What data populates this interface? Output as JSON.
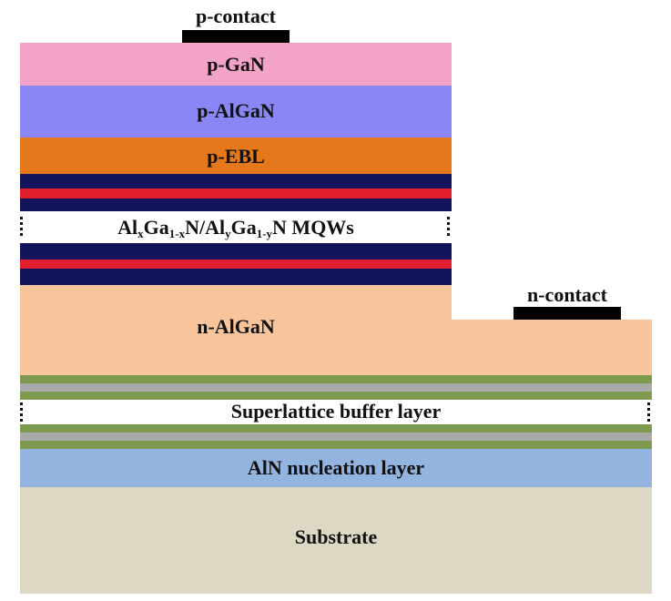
{
  "diagram": {
    "p_contact": "p-contact",
    "n_contact": "n-contact",
    "layers": {
      "p_gan": "p-GaN",
      "p_algan": "p-AlGaN",
      "p_ebl": "p-EBL",
      "n_algan": "n-AlGaN",
      "superlattice": "Superlattice buffer layer",
      "aln": "AlN nucleation layer",
      "substrate": "Substrate"
    },
    "mqw": {
      "al1": "Al",
      "x": "x",
      "ga1": "Ga",
      "onex": "1-x",
      "sep": "N/Al",
      "y": "y",
      "ga2": "Ga",
      "oney": "1-y",
      "tail": "N MQWs"
    }
  },
  "colors": {
    "p_gan": "#f4a3c8",
    "p_algan": "#8a86f5",
    "p_ebl": "#e4781b",
    "well_dark": "#12135a",
    "well_red": "#e01e2e",
    "n_algan": "#f8c49c",
    "sl_green": "#7e9a4f",
    "sl_gray": "#a9a9a9",
    "aln": "#92b4de",
    "substrate": "#ddd8c4"
  }
}
